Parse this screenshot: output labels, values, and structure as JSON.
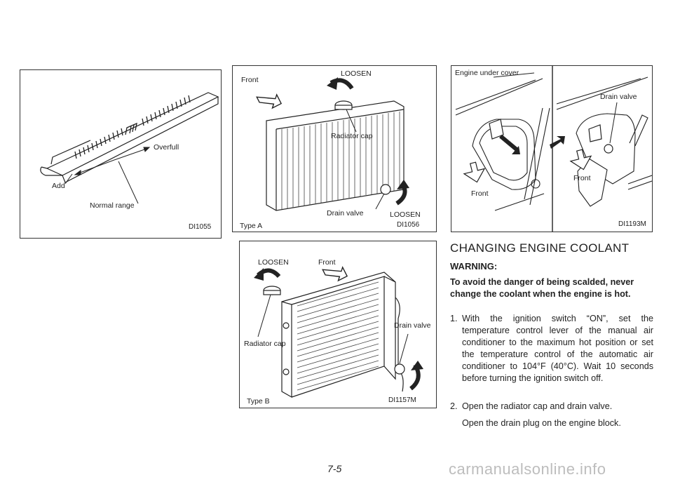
{
  "figures": {
    "fig1": {
      "overfull": "Overfull",
      "add": "Add",
      "normal_range": "Normal range",
      "code": "DI1055"
    },
    "fig2": {
      "front": "Front",
      "loosen_top": "LOOSEN",
      "radiator_cap": "Radiator cap",
      "drain_valve": "Drain valve",
      "loosen_bottom": "LOOSEN",
      "type": "Type A",
      "code": "DI1056"
    },
    "fig3": {
      "engine_under_cover": "Engine under cover",
      "drain_valve": "Drain valve",
      "front_left": "Front",
      "front_right": "Front",
      "code": "DI1193M"
    },
    "fig4": {
      "loosen": "LOOSEN",
      "front": "Front",
      "drain_valve": "Drain valve",
      "radiator_cap": "Radiator cap",
      "type": "Type B",
      "code": "DI1157M"
    }
  },
  "section": {
    "heading": "CHANGING ENGINE COOLANT",
    "warning_label": "WARNING:",
    "warning_text": "To avoid the danger of being scalded, never change the coolant when the engine is hot.",
    "steps": [
      {
        "num": "1.",
        "text": "With the ignition switch “ON”, set the temperature control lever of the manual air conditioner to the maximum hot position or set the temperature control of the automatic air conditioner to 104°F (40°C). Wait 10 seconds before turning the ignition switch off."
      },
      {
        "num": "2.",
        "text": "Open the radiator cap and drain valve."
      }
    ],
    "step2_extra": "Open the drain plug on the engine block."
  },
  "page_number": "7-5",
  "watermark": "carmanualsonline.info"
}
